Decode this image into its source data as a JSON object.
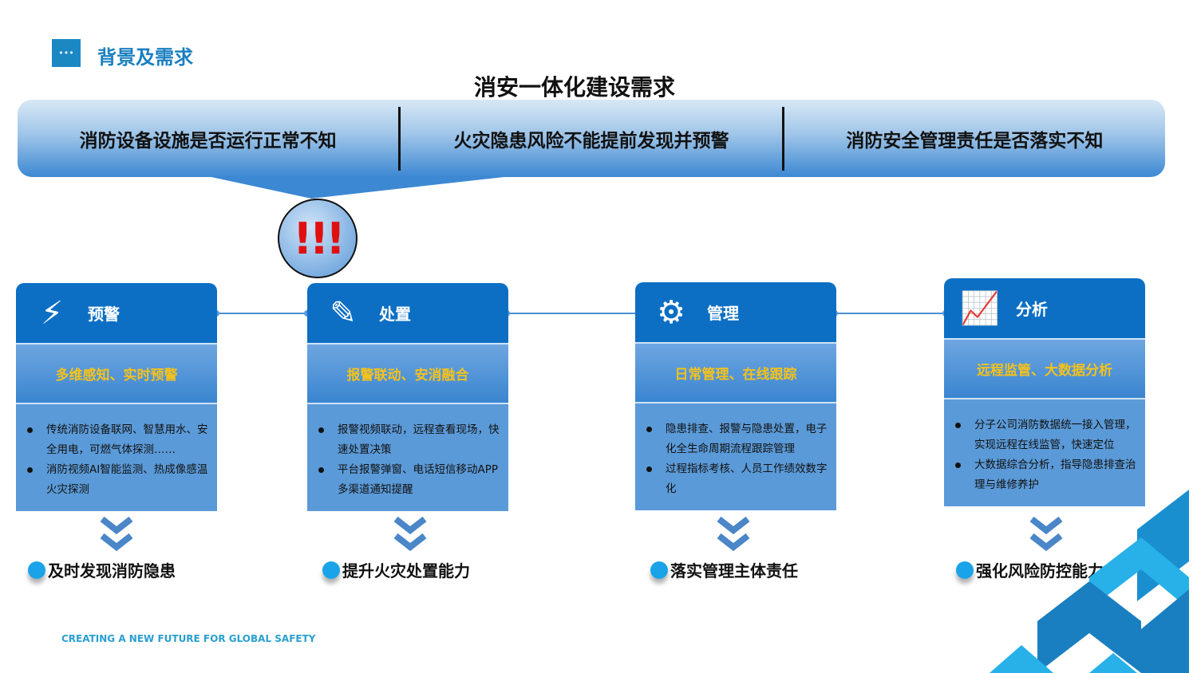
{
  "header": {
    "logo_icon": "company-logo",
    "title": "背景及需求"
  },
  "main_title": "消安一体化建设需求",
  "problems": [
    "消防设备设施是否运行正常不知",
    "火灾隐患风险不能提前发现并预警",
    "消防安全管理责任是否落实不知"
  ],
  "alarm": {
    "icon": "exclamation-icon",
    "text": "!!!"
  },
  "cards": [
    {
      "icon": "alarm-light-icon",
      "glyph": "⚡",
      "title": "预警",
      "subtitle": "多维感知、实时预警",
      "bullets": [
        "传统消防设备联网、智慧用水、安全用电，可燃气体探测……",
        "消防视频AI智能监测、热成像感温火灾探测"
      ],
      "result": "及时发现消防隐患"
    },
    {
      "icon": "edit-icon",
      "glyph": "✎",
      "title": "处置",
      "subtitle": "报警联动、安消融合",
      "bullets": [
        "报警视频联动，远程查看现场，快速处置决策",
        "平台报警弹窗、电话短信移动APP多渠道通知提醒"
      ],
      "result": "提升火灾处置能力"
    },
    {
      "icon": "gear-icon",
      "glyph": "⚙",
      "title": "管理",
      "subtitle": "日常管理、在线跟踪",
      "bullets": [
        "隐患排查、报警与隐患处置，电子化全生命周期流程跟踪管理",
        "过程指标考核、人员工作绩效数字化"
      ],
      "result": "落实管理主体责任"
    },
    {
      "icon": "chart-trend-icon",
      "glyph": "📈",
      "title": "分析",
      "subtitle": "远程监管、大数据分析",
      "bullets": [
        "分子公司消防数据统一接入管理，实现远程在线监管，快速定位",
        "大数据综合分析，指导隐患排查治理与维修养护"
      ],
      "result": "强化风险防控能力"
    }
  ],
  "footer": "CREATING A NEW FUTURE FOR GLOBAL SAFETY"
}
